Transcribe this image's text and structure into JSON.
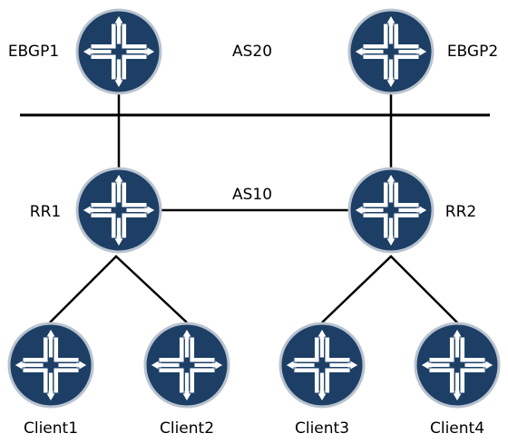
{
  "diagram": {
    "as_labels": {
      "upper": "AS20",
      "lower": "AS10"
    },
    "routers": [
      {
        "id": "ebgp1",
        "label": "EBGP1",
        "icon": "juniper-router-icon"
      },
      {
        "id": "ebgp2",
        "label": "EBGP2",
        "icon": "juniper-router-icon"
      },
      {
        "id": "rr1",
        "label": "RR1",
        "icon": "juniper-router-icon"
      },
      {
        "id": "rr2",
        "label": "RR2",
        "icon": "juniper-router-icon"
      },
      {
        "id": "client1",
        "label": "Client1",
        "icon": "juniper-router-icon"
      },
      {
        "id": "client2",
        "label": "Client2",
        "icon": "juniper-router-icon"
      },
      {
        "id": "client3",
        "label": "Client3",
        "icon": "juniper-router-icon"
      },
      {
        "id": "client4",
        "label": "Client4",
        "icon": "juniper-router-icon"
      }
    ],
    "links": [
      {
        "from": "ebgp1",
        "to": "rr1"
      },
      {
        "from": "ebgp2",
        "to": "rr2"
      },
      {
        "from": "rr1",
        "to": "rr2"
      },
      {
        "from": "rr1",
        "to": "client1"
      },
      {
        "from": "rr1",
        "to": "client2"
      },
      {
        "from": "rr2",
        "to": "client3"
      },
      {
        "from": "rr2",
        "to": "client4"
      }
    ],
    "colors": {
      "router_fill": "#1d3f66",
      "router_rim": "#b9c3cf",
      "arrow": "#ffffff",
      "line": "#000000"
    }
  }
}
